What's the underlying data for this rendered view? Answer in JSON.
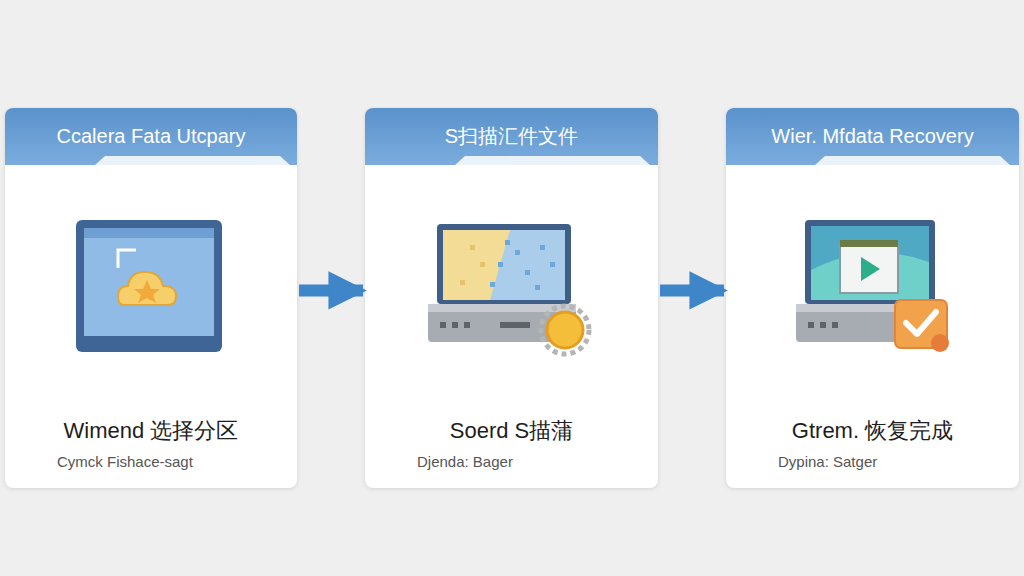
{
  "diagram": {
    "nodes": [
      {
        "text": [
          "Ccalera Fata Utcpary",
          "Wimend 选择分区",
          "Cymck Fishace-sagt"
        ]
      },
      {
        "text": [
          "S扫描汇件文件",
          "Soerd S描蒲",
          "Djenda: Bager"
        ]
      },
      {
        "text": [
          "Wier. Mfdata Recovery",
          "Gtrem. 恢复完成",
          "Dypina: Satger"
        ]
      }
    ],
    "edges": [
      {
        "from": 0,
        "to": 1,
        "arrow": "to"
      },
      {
        "from": 1,
        "to": 2,
        "arrow": "to"
      }
    ]
  }
}
